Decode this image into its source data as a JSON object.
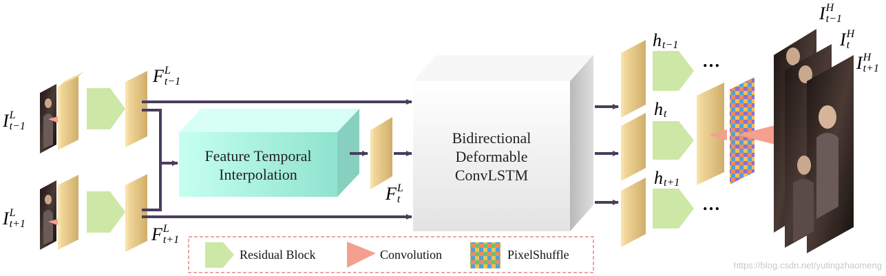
{
  "labels": {
    "i_prev_low": {
      "base": "I",
      "sup": "L",
      "sub": "t−1"
    },
    "i_next_low": {
      "base": "I",
      "sup": "L",
      "sub": "t+1"
    },
    "f_prev_low": {
      "base": "F",
      "sup": "L",
      "sub": "t−1"
    },
    "f_next_low": {
      "base": "F",
      "sup": "L",
      "sub": "t+1"
    },
    "f_t_low": {
      "base": "F",
      "sup": "L",
      "sub": "t"
    },
    "h_prev": {
      "base": "h",
      "sub": "t−1"
    },
    "h_t": {
      "base": "h",
      "sub": "t"
    },
    "h_next": {
      "base": "h",
      "sub": "t+1"
    },
    "i_prev_high": {
      "base": "I",
      "sup": "H",
      "sub": "t−1"
    },
    "i_t_high": {
      "base": "I",
      "sup": "H",
      "sub": "t"
    },
    "i_next_high": {
      "base": "I",
      "sup": "H",
      "sub": "t+1"
    }
  },
  "boxes": {
    "fti_line1": "Feature Temporal",
    "fti_line2": "Interpolation",
    "convlstm_line1": "Bidirectional",
    "convlstm_line2": "Deformable",
    "convlstm_line3": "ConvLSTM"
  },
  "ellipsis": "…",
  "legend": {
    "residual": "Residual Block",
    "convolution": "Convolution",
    "pixelshuffle": "PixelShuffle"
  },
  "watermark": "https://blog.csdn.net/yutingzhaomeng",
  "colors": {
    "feature_map": "#d9bd7c",
    "residual_block": "#cde7a6",
    "convolution": "#f4a08f",
    "arrow": "#4a3d5c",
    "fti_box": "#a9f0e0",
    "lstm_box": "#eeeeee"
  }
}
